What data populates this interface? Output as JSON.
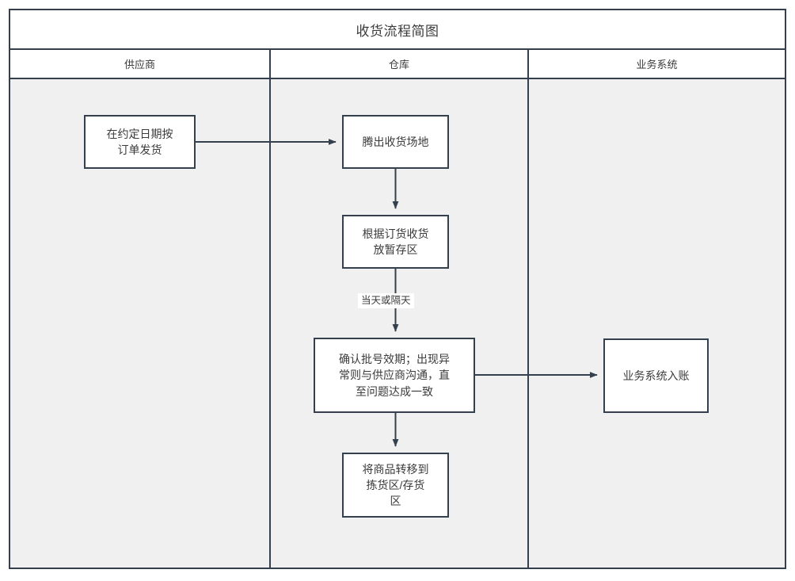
{
  "diagram": {
    "title": "收货流程简图",
    "type": "flowchart-swimlane",
    "lanes": [
      {
        "id": "supplier",
        "label": "供应商"
      },
      {
        "id": "warehouse",
        "label": "仓库"
      },
      {
        "id": "business-system",
        "label": "业务系统"
      }
    ],
    "nodes": [
      {
        "id": "ship",
        "lane": "supplier",
        "label": "在约定日期按\n订单发货"
      },
      {
        "id": "clear",
        "lane": "warehouse",
        "label": "腾出收货场地"
      },
      {
        "id": "receive",
        "lane": "warehouse",
        "label": "根据订货收货\n放暂存区"
      },
      {
        "id": "verify",
        "lane": "warehouse",
        "label": "确认批号效期；出现异\n常则与供应商沟通，直\n至问题达成一致"
      },
      {
        "id": "transfer",
        "lane": "warehouse",
        "label": "将商品转移到\n拣货区/存货\n区"
      },
      {
        "id": "system",
        "lane": "business-system",
        "label": "业务系统入账"
      }
    ],
    "edges": [
      {
        "from": "ship",
        "to": "clear",
        "label": ""
      },
      {
        "from": "clear",
        "to": "receive",
        "label": ""
      },
      {
        "from": "receive",
        "to": "verify",
        "label": "当天或隔天"
      },
      {
        "from": "verify",
        "to": "system",
        "label": ""
      },
      {
        "from": "verify",
        "to": "transfer",
        "label": ""
      }
    ],
    "colors": {
      "stroke": "#34404d",
      "lane_background": "#f0f0f0",
      "node_fill": "#ffffff",
      "text": "#3b3b3b",
      "canvas": "#ffffff"
    }
  }
}
